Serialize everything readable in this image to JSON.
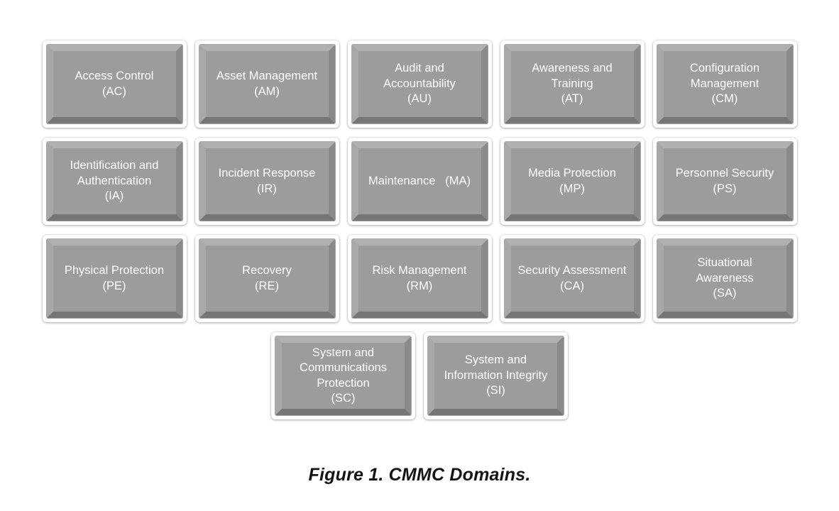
{
  "figure": {
    "caption": "Figure 1. CMMC Domains."
  },
  "colors": {
    "tile_face": "#9c9c9c",
    "bevel_top": "#b0b0b0",
    "bevel_left": "#a8a8a8",
    "bevel_right": "#8a8a8a",
    "bevel_bottom": "#767676",
    "tile_frame": "#ffffff",
    "tile_text": "#ffffff",
    "caption_text": "#141414",
    "background": "#ffffff"
  },
  "grid": {
    "rows": [
      {
        "tiles": [
          {
            "code": "AC",
            "label": "Access Control\n(AC)"
          },
          {
            "code": "AM",
            "label": "Asset Management\n(AM)"
          },
          {
            "code": "AU",
            "label": "Audit and\nAccountability\n(AU)"
          },
          {
            "code": "AT",
            "label": "Awareness and\nTraining\n(AT)"
          },
          {
            "code": "CM",
            "label": "Configuration\nManagement\n(CM)"
          }
        ]
      },
      {
        "tiles": [
          {
            "code": "IA",
            "label": "Identification and\nAuthentication\n(IA)"
          },
          {
            "code": "IR",
            "label": "Incident Response\n(IR)"
          },
          {
            "code": "MA",
            "label": "Maintenance   (MA)"
          },
          {
            "code": "MP",
            "label": "Media Protection\n(MP)"
          },
          {
            "code": "PS",
            "label": "Personnel Security\n(PS)"
          }
        ]
      },
      {
        "tiles": [
          {
            "code": "PE",
            "label": "Physical Protection\n(PE)"
          },
          {
            "code": "RE",
            "label": "Recovery\n(RE)"
          },
          {
            "code": "RM",
            "label": "Risk Management\n(RM)"
          },
          {
            "code": "CA",
            "label": "Security Assessment\n(CA)"
          },
          {
            "code": "SA",
            "label": "Situational\nAwareness\n(SA)"
          }
        ]
      },
      {
        "tiles": [
          {
            "code": "SC",
            "label": "System and\nCommunications\nProtection\n(SC)"
          },
          {
            "code": "SI",
            "label": "System and\nInformation Integrity\n(SI)"
          }
        ]
      }
    ]
  }
}
